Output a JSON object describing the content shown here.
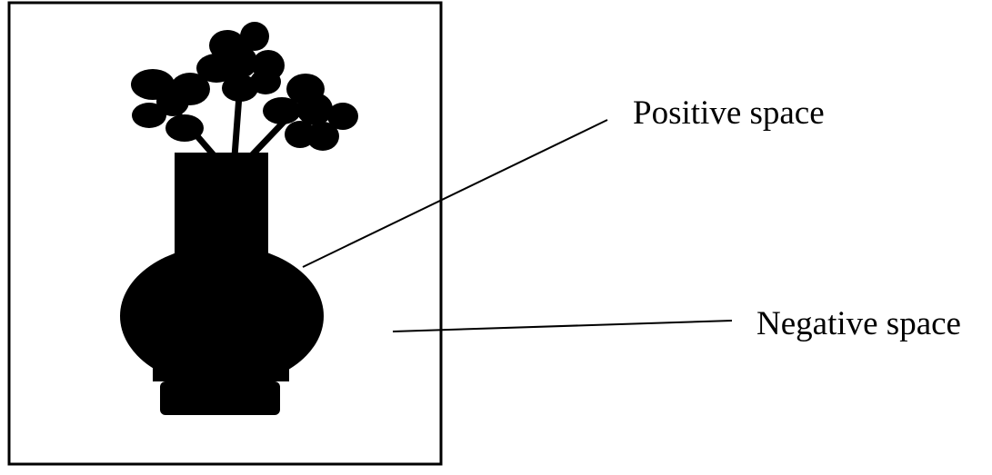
{
  "labels": {
    "positive": "Positive space",
    "negative": "Negative space"
  },
  "colors": {
    "figure": "#000000",
    "background": "#ffffff",
    "frame": "#000000"
  },
  "icons": {
    "figure": "vase-with-flowers-silhouette"
  }
}
